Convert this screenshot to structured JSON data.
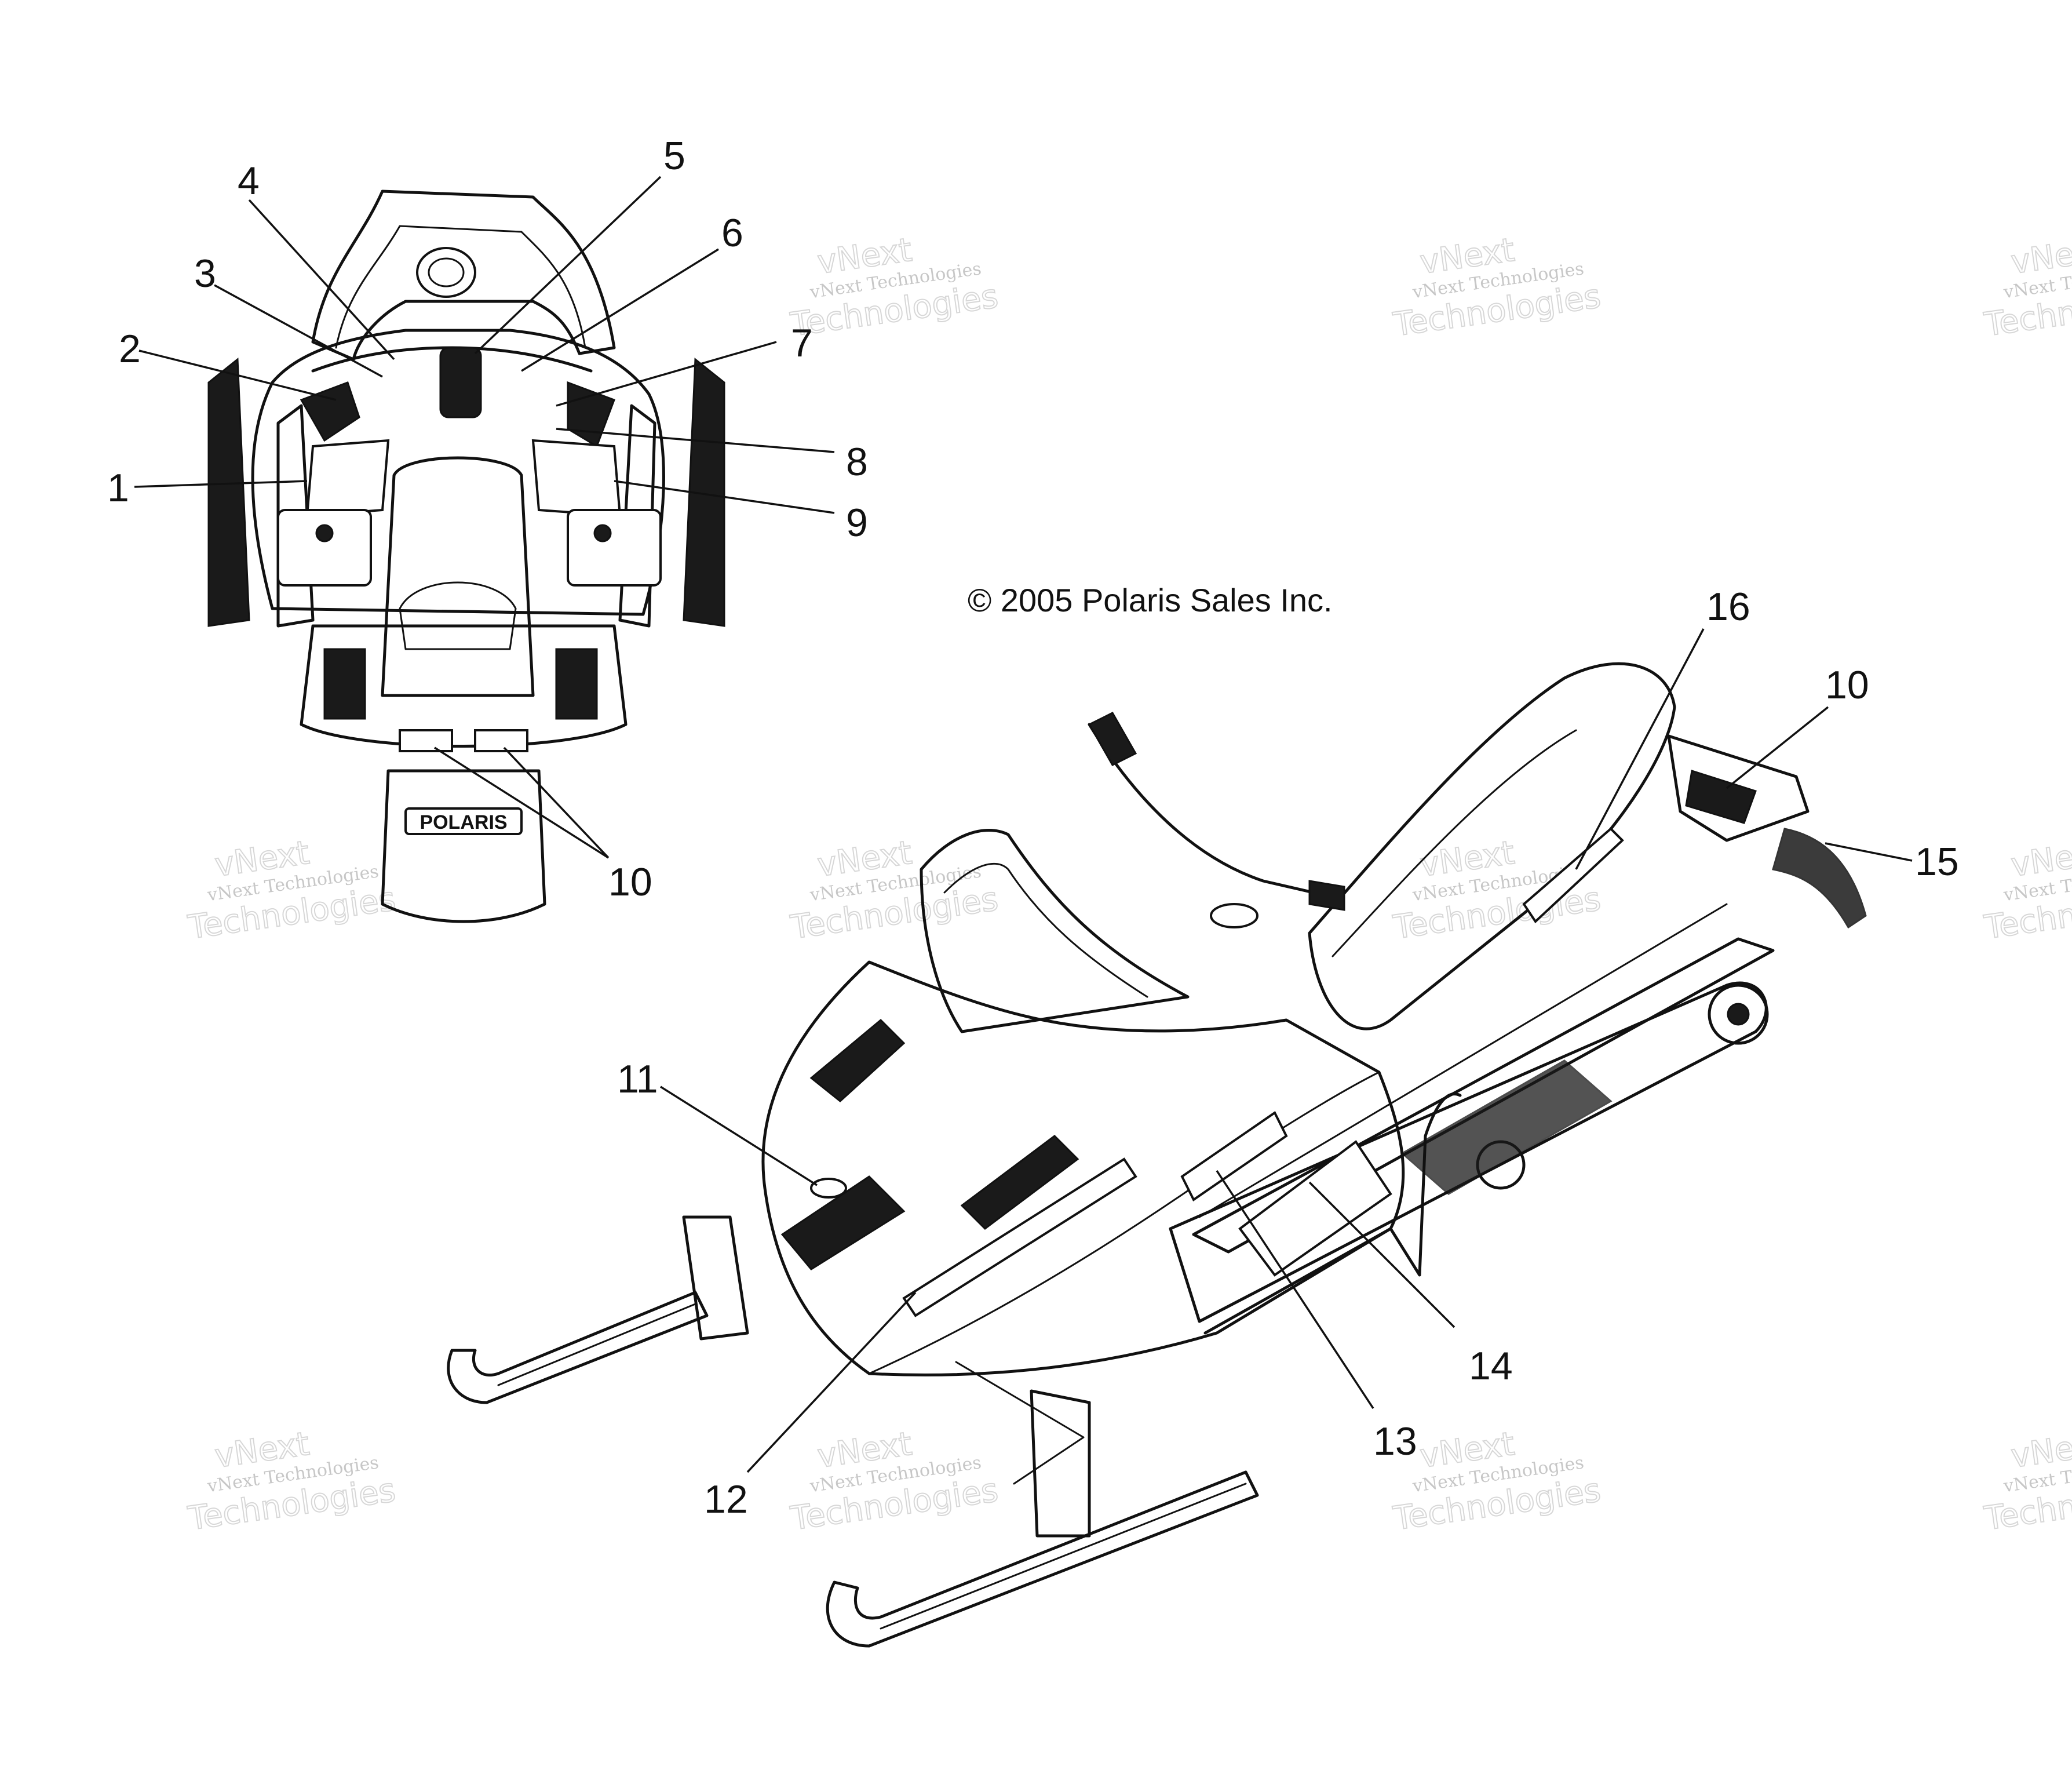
{
  "copyright": "© 2005 Polaris Sales Inc.",
  "brand_plate": "POLARIS",
  "callouts": [
    "1",
    "2",
    "3",
    "4",
    "5",
    "6",
    "7",
    "8",
    "9",
    "10",
    "10",
    "11",
    "12",
    "13",
    "14",
    "15",
    "16"
  ],
  "watermark": {
    "line1": "vNext Technologies",
    "line2": "Technologies",
    "stamp": "vNext"
  }
}
